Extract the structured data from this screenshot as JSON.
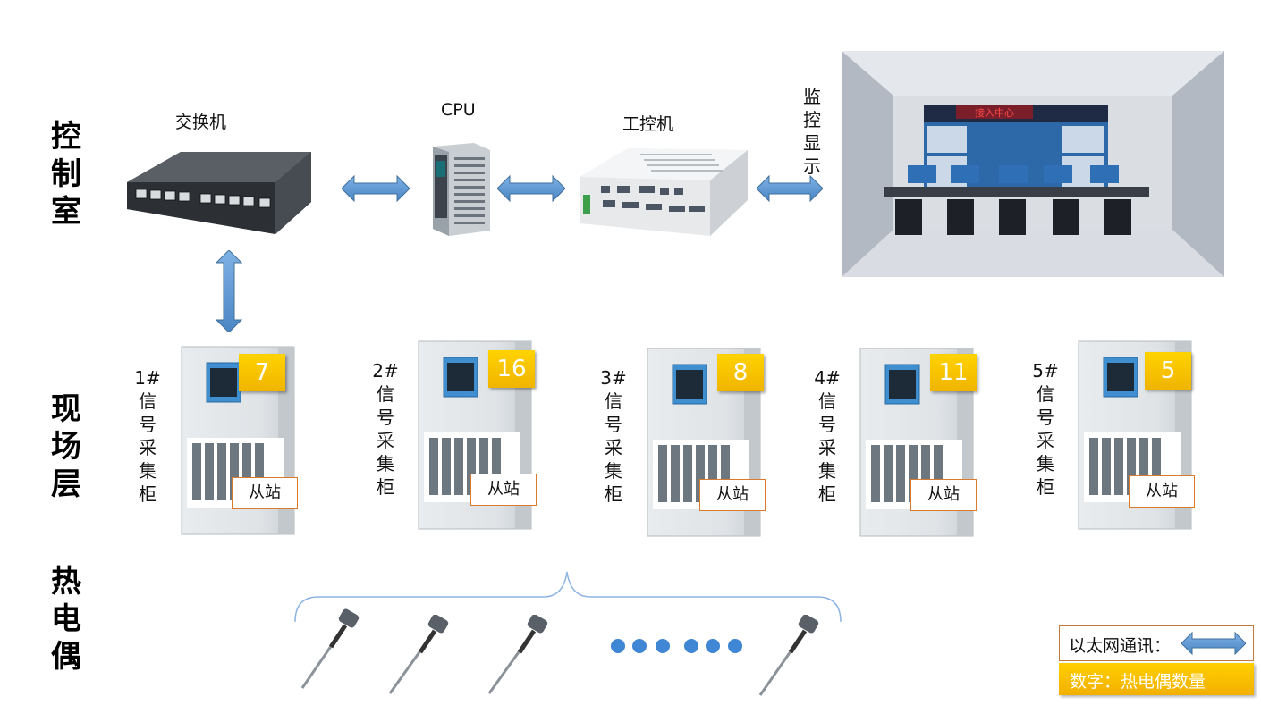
{
  "layers": {
    "control": "控制室",
    "field": "现场层",
    "thermocouple": "热电偶"
  },
  "devices": {
    "switch": "交换机",
    "cpu": "CPU",
    "ipc": "工控机",
    "monitor": "监控显示"
  },
  "monitor_screen": {
    "banner": "接入中心"
  },
  "cabinets": [
    {
      "id": "1#",
      "lines": [
        "1#",
        "信",
        "号",
        "采",
        "集",
        "柜"
      ],
      "count": "7",
      "slave": "从站"
    },
    {
      "id": "2#",
      "lines": [
        "2#",
        "信",
        "号",
        "采",
        "集",
        "柜"
      ],
      "count": "16",
      "slave": "从站"
    },
    {
      "id": "3#",
      "lines": [
        "3#",
        "信",
        "号",
        "采",
        "集",
        "柜"
      ],
      "count": "8",
      "slave": "从站"
    },
    {
      "id": "4#",
      "lines": [
        "4#",
        "信",
        "号",
        "采",
        "集",
        "柜"
      ],
      "count": "11",
      "slave": "从站"
    },
    {
      "id": "5#",
      "lines": [
        "5#",
        "信",
        "号",
        "采",
        "集",
        "柜"
      ],
      "count": "5",
      "slave": "从站"
    }
  ],
  "legend": {
    "ethernet": "以太网通讯：",
    "count": "数字：热电偶数量"
  },
  "colors": {
    "arrow": "#5b9bd5",
    "badge": "#ffc000",
    "dots": "#3f86d4",
    "brace": "#8eb4e3"
  }
}
